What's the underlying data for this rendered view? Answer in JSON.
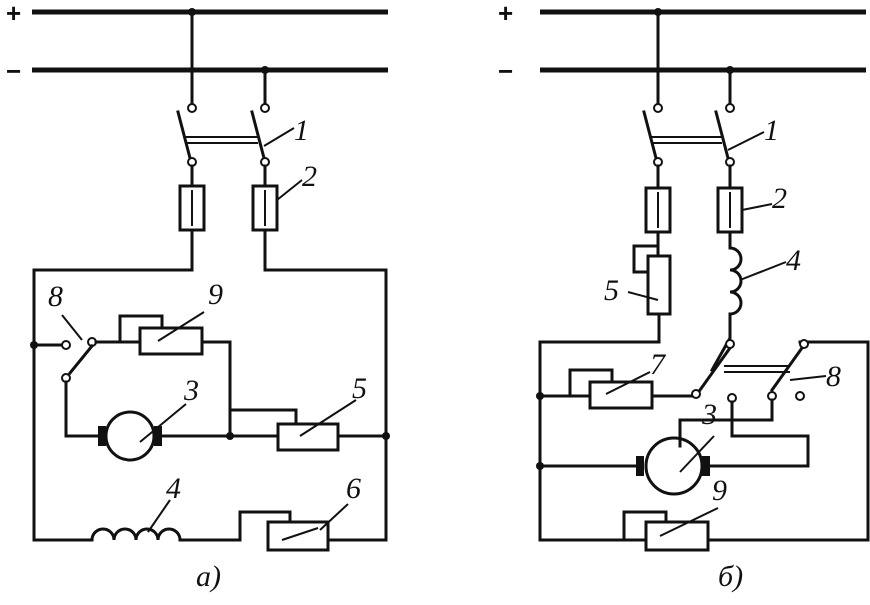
{
  "bus": {
    "plus": "+",
    "minus": "−"
  },
  "labels_a": {
    "switch": "1",
    "fuse": "2",
    "motor": "3",
    "field": "4",
    "rheo_series": "5",
    "rheo_field": "6",
    "rev_switch": "8",
    "rheo_start": "9",
    "caption": "а)"
  },
  "labels_b": {
    "switch": "1",
    "fuse": "2",
    "motor": "3",
    "field": "4",
    "rheo_series": "5",
    "rheo_start": "7",
    "rev_switch": "8",
    "rheo_field": "9",
    "caption": "б)"
  }
}
